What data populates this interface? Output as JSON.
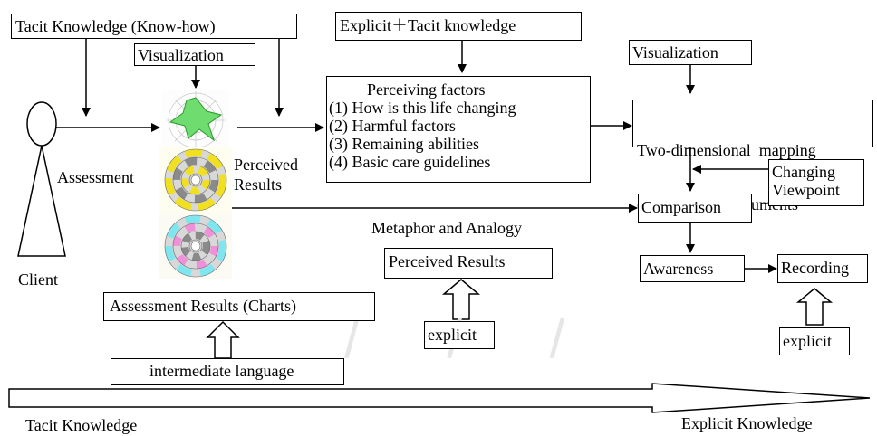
{
  "boxes": {
    "tacit_knowhow": "Tacit Knowledge (Know-how)",
    "visualization_left": "Visualization",
    "explicit_tacit": "Explicit＋Tacit knowledge",
    "perceiving_factors": {
      "title": "Perceiving factors",
      "items": [
        "(1) How is this life changing",
        "(2) Harmful factors",
        "(3) Remaining abilities",
        "(4) Basic care guidelines"
      ]
    },
    "visualization_right": "Visualization",
    "two_dim_mapping": [
      "Two-dimensional  mapping",
      "of perceiving documents"
    ],
    "changing_viewpoint": [
      "Changing",
      "Viewpoint"
    ],
    "comparison": "Comparison",
    "awareness": "Awareness",
    "recording": "Recording",
    "perceived_results_box": "Perceived Results",
    "assessment_results": "Assessment Results (Charts)",
    "intermediate_language": "intermediate language",
    "explicit_mid": "explicit",
    "explicit_right": "explicit"
  },
  "labels": {
    "assessment": "Assessment",
    "client": "Client",
    "perceived_results": [
      "Perceived",
      "Results"
    ],
    "metaphor": "Metaphor and Analogy",
    "tacit_bottom": "Tacit Knowledge",
    "explicit_bottom": "Explicit Knowledge"
  },
  "colors": {
    "radar_fill": "#6fdc6f",
    "pie_yellow": "#f0e020",
    "pie_cyan": "#7fe6f0",
    "pie_magenta": "#f090d8",
    "pie_gray": "#8a8a8a"
  }
}
